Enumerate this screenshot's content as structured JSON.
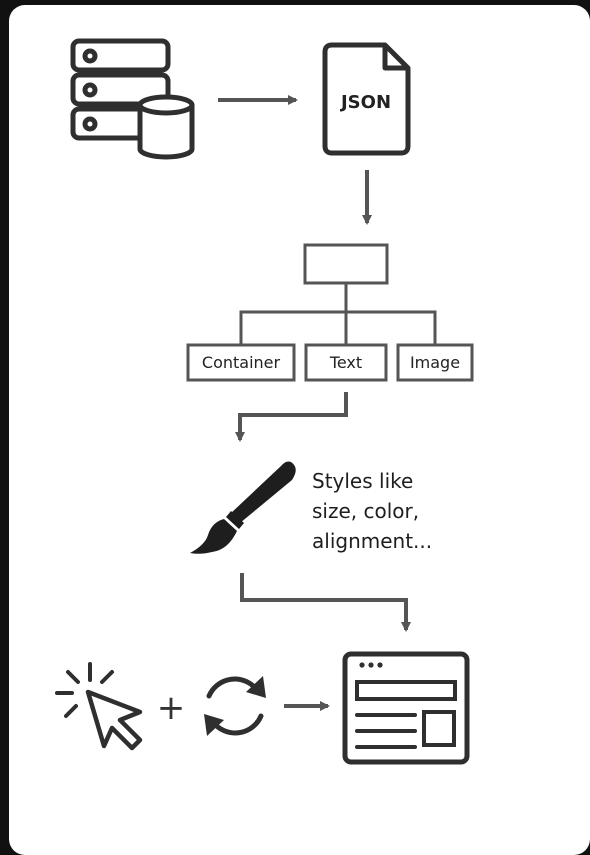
{
  "diagram": {
    "json_label": "JSON",
    "tree": {
      "children": [
        {
          "label": "Container"
        },
        {
          "label": "Text"
        },
        {
          "label": "Image"
        }
      ]
    },
    "styles_note": {
      "line1": "Styles like",
      "line2": "size, color,",
      "line3": "alignment..."
    },
    "plus_symbol": "+",
    "icons": {
      "server": "server-database-icon",
      "document": "json-document-icon",
      "brush": "paintbrush-icon",
      "cursor": "click-cursor-icon",
      "refresh": "refresh-icon",
      "browser": "browser-window-icon"
    },
    "colors": {
      "ink": "#2f2f2f",
      "arrow": "#555555",
      "background": "#ffffff",
      "frame": "#111111"
    }
  }
}
